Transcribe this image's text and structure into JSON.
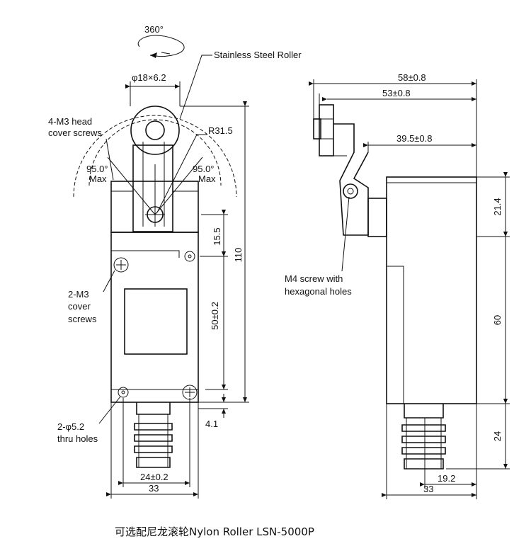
{
  "labels": {
    "rotation": "360°",
    "roller": "Stainless Steel Roller",
    "roller_size": "φ18×6.2",
    "head_screws_1": "4-M3 head",
    "head_screws_2": "cover screws",
    "radius": "R31.5",
    "angle_left": "95.0°",
    "angle_left_max": "Max",
    "angle_right": "95.0°",
    "angle_right_max": "Max",
    "cover_screws_1": "2-M3",
    "cover_screws_2": "cover",
    "cover_screws_3": "screws",
    "thru_holes_1": "2-φ5.2",
    "thru_holes_2": "thru holes",
    "m4_1": "M4 screw with",
    "m4_2": "hexagonal holes"
  },
  "dimensions": {
    "d15_5": "15.5",
    "d50": "50±0.2",
    "d110": "110",
    "d4_1": "4.1",
    "d24_front": "24±0.2",
    "d33_front": "33",
    "d58": "58±0.8",
    "d53": "53±0.8",
    "d39_5": "39.5±0.8",
    "d21_4": "21.4",
    "d60": "60",
    "d24_side": "24",
    "d19_2": "19.2",
    "d33_side": "33"
  },
  "caption": "可选配尼龙滚轮Nylon Roller LSN-5000P"
}
